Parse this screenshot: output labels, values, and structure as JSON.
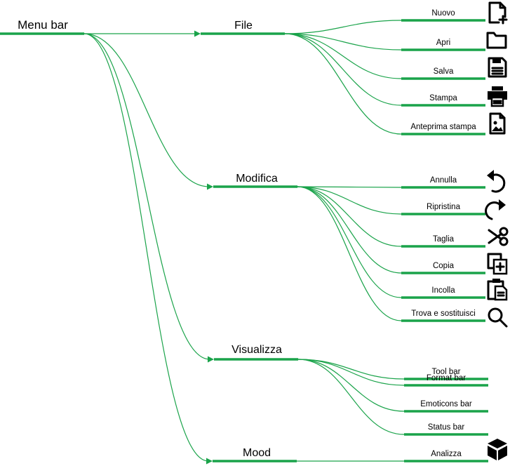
{
  "root": {
    "label": "Menu bar"
  },
  "menus": [
    {
      "label": "File",
      "items": [
        {
          "label": "Nuovo",
          "icon": "new-file-icon"
        },
        {
          "label": "Apri",
          "icon": "folder-icon"
        },
        {
          "label": "Salva",
          "icon": "save-icon"
        },
        {
          "label": "Stampa",
          "icon": "printer-icon"
        },
        {
          "label": "Anteprima stampa",
          "icon": "print-preview-icon"
        }
      ]
    },
    {
      "label": "Modifica",
      "items": [
        {
          "label": "Annulla",
          "icon": "undo-icon"
        },
        {
          "label": "Ripristina",
          "icon": "redo-icon"
        },
        {
          "label": "Taglia",
          "icon": "scissors-icon"
        },
        {
          "label": "Copia",
          "icon": "copy-icon"
        },
        {
          "label": "Incolla",
          "icon": "paste-icon"
        },
        {
          "label": "Trova e sostituisci",
          "icon": "search-icon"
        }
      ]
    },
    {
      "label": "Visualizza",
      "items": [
        {
          "label": "Tool bar",
          "icon": ""
        },
        {
          "label": "Format bar",
          "icon": ""
        },
        {
          "label": "Emoticons bar",
          "icon": ""
        },
        {
          "label": "Status bar",
          "icon": ""
        }
      ]
    },
    {
      "label": "Mood",
      "items": [
        {
          "label": "Analizza",
          "icon": "cube-icon"
        }
      ]
    }
  ],
  "colors": {
    "branch": "#1aa34a",
    "text": "#000000",
    "background": "#ffffff"
  }
}
